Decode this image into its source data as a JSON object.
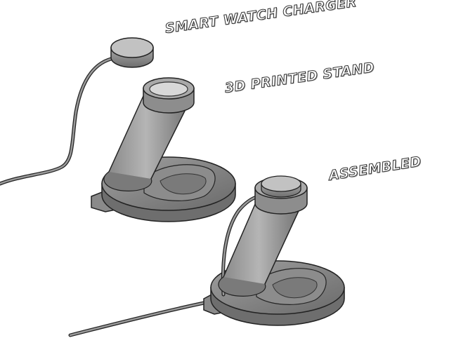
{
  "labels": {
    "charger": "SMART WATCH CHARGER",
    "stand": "3D PRINTED STAND",
    "assembled": "ASSEMBLED"
  },
  "colors": {
    "outline": "#222222",
    "body_dark": "#707070",
    "body_mid": "#8f8f8f",
    "body_light": "#b4b4b4",
    "background": "#ffffff"
  }
}
